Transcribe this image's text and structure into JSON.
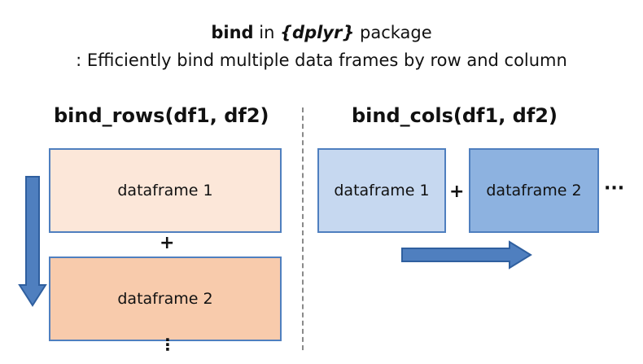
{
  "title": {
    "keyword": "bind",
    "connector": "in",
    "package": "{dplyr}",
    "suffix": "package"
  },
  "subtitle": ": Efficiently bind multiple data frames by row and column",
  "bind_rows": {
    "heading": "bind_rows(df1, df2)",
    "box1_label": "dataframe 1",
    "plus": "+",
    "box2_label": "dataframe 2",
    "continuation": "⋮",
    "arrow_direction": "down",
    "box1_color": "#fce7d9",
    "box2_color": "#f8cbac"
  },
  "bind_cols": {
    "heading": "bind_cols(df1, df2)",
    "box1_label": "dataframe 1",
    "plus": "+",
    "box2_label": "dataframe 2",
    "continuation": "···",
    "arrow_direction": "right",
    "box1_color": "#c6d8f0",
    "box2_color": "#8db2e0"
  },
  "colors": {
    "box_border": "#4f7fbf",
    "arrow_fill": "#4f7fbf",
    "arrow_stroke": "#2f5f9f",
    "divider": "#8a8a8a"
  }
}
